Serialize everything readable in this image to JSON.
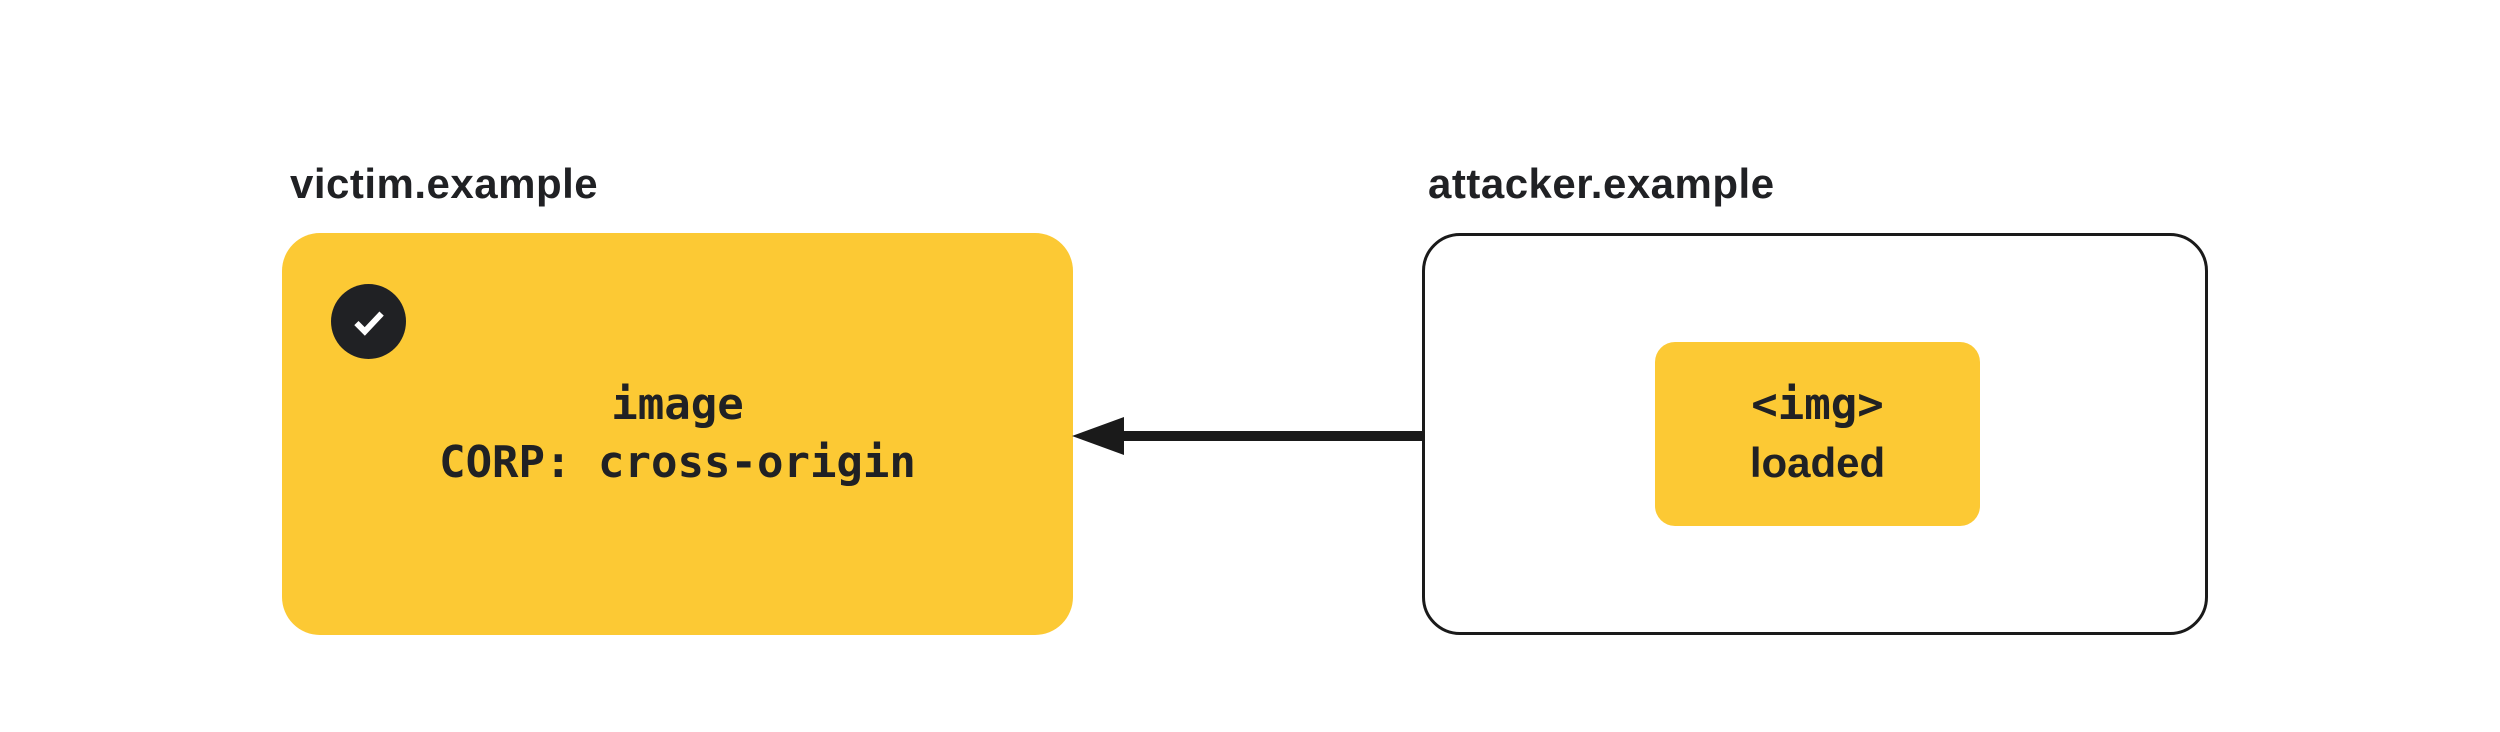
{
  "victim": {
    "label": "victim.example",
    "resource_line1": "image",
    "resource_line2": "CORP: cross-origin",
    "status_icon": "check"
  },
  "attacker": {
    "label": "attacker.example",
    "embed_line1": "<img>",
    "embed_line2": "loaded"
  },
  "arrow": {
    "from": "attacker.example img embed",
    "to": "victim.example image resource",
    "direction": "right-to-left"
  },
  "colors": {
    "yellow": "#FCC934",
    "ink": "#202124",
    "outline": "#1A1A1A",
    "background": "#FFFFFF"
  }
}
